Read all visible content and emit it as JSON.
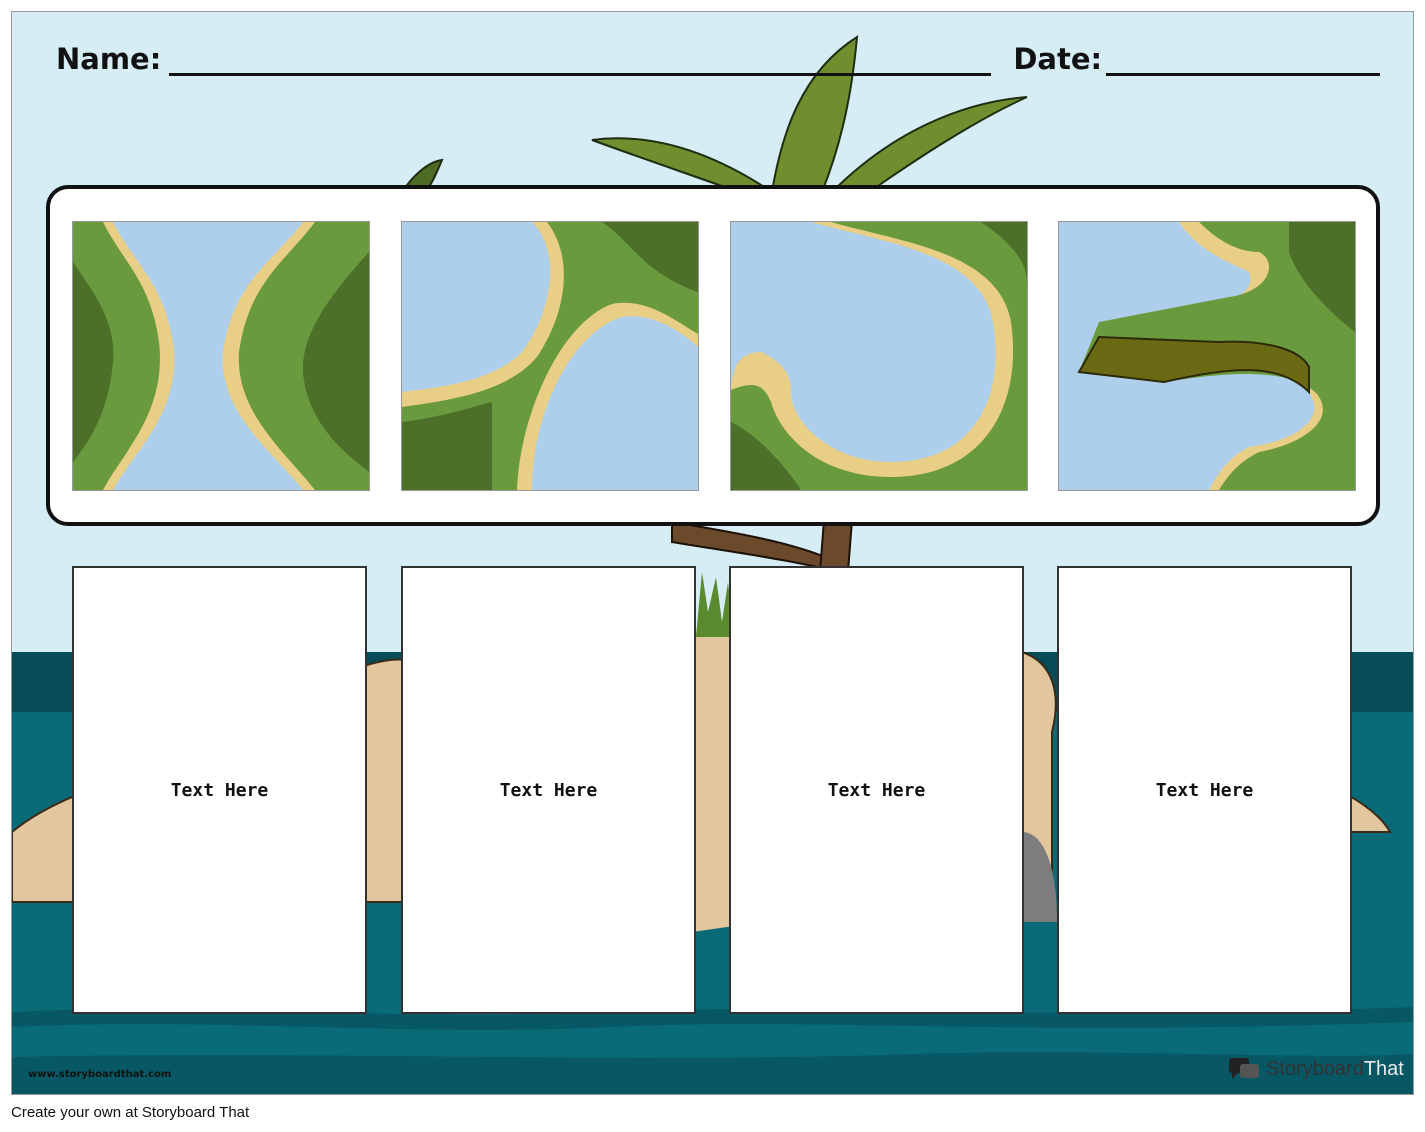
{
  "worksheet": {
    "name_label": "Name:",
    "date_label": "Date:",
    "cards": [
      {
        "text": "Text Here"
      },
      {
        "text": "Text Here"
      },
      {
        "text": "Text Here"
      },
      {
        "text": "Text Here"
      }
    ],
    "watermark_url": "www.storyboardthat.com",
    "brand_name_a": "Storyboard",
    "brand_name_b": "That"
  },
  "footer": {
    "credit": "Create your own at Storyboard That"
  },
  "colors": {
    "sky": "#d6edf6",
    "sea": "#0a6b78",
    "sand": "#e2c69d",
    "grass": "#6a9a3e",
    "water_tile": "#aecfeb"
  }
}
